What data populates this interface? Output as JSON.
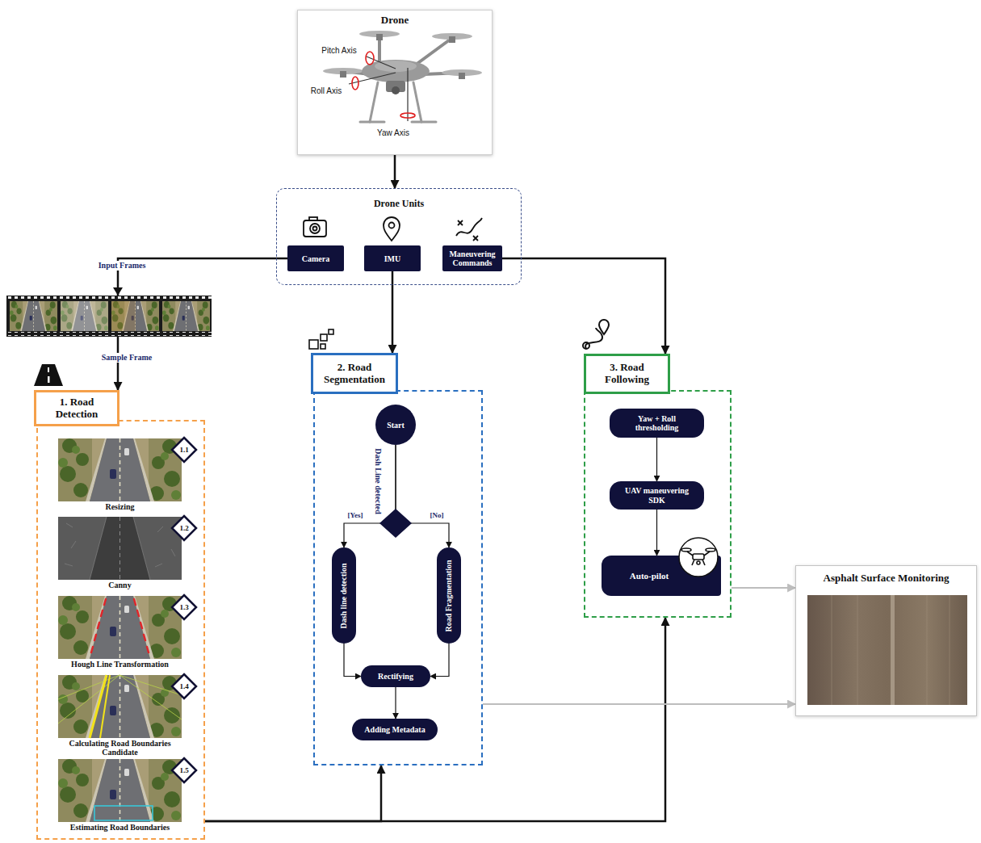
{
  "diagram": {
    "nodes": [
      {
        "text": [
          "Drone"
        ]
      },
      {
        "text": [
          "Drone Units"
        ]
      },
      {
        "text": [
          "Camera"
        ],
        "in": 1
      },
      {
        "text": [
          "IMU"
        ],
        "in": 1
      },
      {
        "text": [
          "Maneuvering Commands"
        ],
        "in": 1
      },
      {
        "text": [
          "1. Road Detection"
        ]
      },
      {
        "text": [
          "1.1",
          "Resizing"
        ],
        "in": 5
      },
      {
        "text": [
          "1.2",
          "Canny"
        ],
        "in": 5
      },
      {
        "text": [
          "1.3",
          "Hough Line Transformation"
        ],
        "in": 5
      },
      {
        "text": [
          "1.4",
          "Calculating Road Boundaries Candidate"
        ],
        "in": 5
      },
      {
        "text": [
          "1.5",
          "Estimating Road Boundaries"
        ],
        "in": 5
      },
      {
        "text": [
          "2. Road Segmentation"
        ]
      },
      {
        "text": [
          "Start"
        ],
        "in": 11
      },
      {
        "text": [
          "Dash line detection"
        ],
        "in": 11
      },
      {
        "text": [
          "Road Fragmentation"
        ],
        "in": 11
      },
      {
        "text": [
          "Rectifying"
        ],
        "in": 11
      },
      {
        "text": [
          "Adding Metadata"
        ],
        "in": 11
      },
      {
        "text": [
          "3. Road Following"
        ]
      },
      {
        "text": [
          "Yaw + Roll thresholding"
        ],
        "in": 17
      },
      {
        "text": [
          "UAV maneuvering SDK"
        ],
        "in": 17
      },
      {
        "text": [
          "Auto-pilot"
        ],
        "in": 17
      },
      {
        "text": [
          "Asphalt Surface Monitoring"
        ]
      }
    ],
    "edges": [
      {
        "from": 0,
        "to": 1,
        "arrow": "to"
      },
      {
        "from": 2,
        "to": 5,
        "arrow": "to"
      },
      {
        "from": 3,
        "to": 11,
        "arrow": "to"
      },
      {
        "from": 4,
        "to": 17,
        "arrow": "to"
      },
      {
        "from": 12,
        "to": 13,
        "label": "[Yes]",
        "arrow": "to"
      },
      {
        "from": 12,
        "to": 14,
        "label": "[No]",
        "arrow": "to"
      },
      {
        "from": 13,
        "to": 15,
        "arrow": "to"
      },
      {
        "from": 14,
        "to": 15,
        "arrow": "to"
      },
      {
        "from": 15,
        "to": 16,
        "arrow": "to"
      },
      {
        "from": 18,
        "to": 19,
        "arrow": "to"
      },
      {
        "from": 19,
        "to": 20,
        "arrow": "to"
      },
      {
        "from": 5,
        "to": 11,
        "arrow": "to"
      },
      {
        "from": 5,
        "to": 17,
        "arrow": "to"
      },
      {
        "from": 17,
        "to": 21,
        "arrow": "to"
      },
      {
        "from": 11,
        "to": 21,
        "arrow": "to"
      }
    ],
    "labels": [
      "Pitch Axis",
      "Roll Axis",
      "Yaw Axis",
      "Input Frames",
      "Sample Frame",
      "Dash Line detected"
    ]
  }
}
